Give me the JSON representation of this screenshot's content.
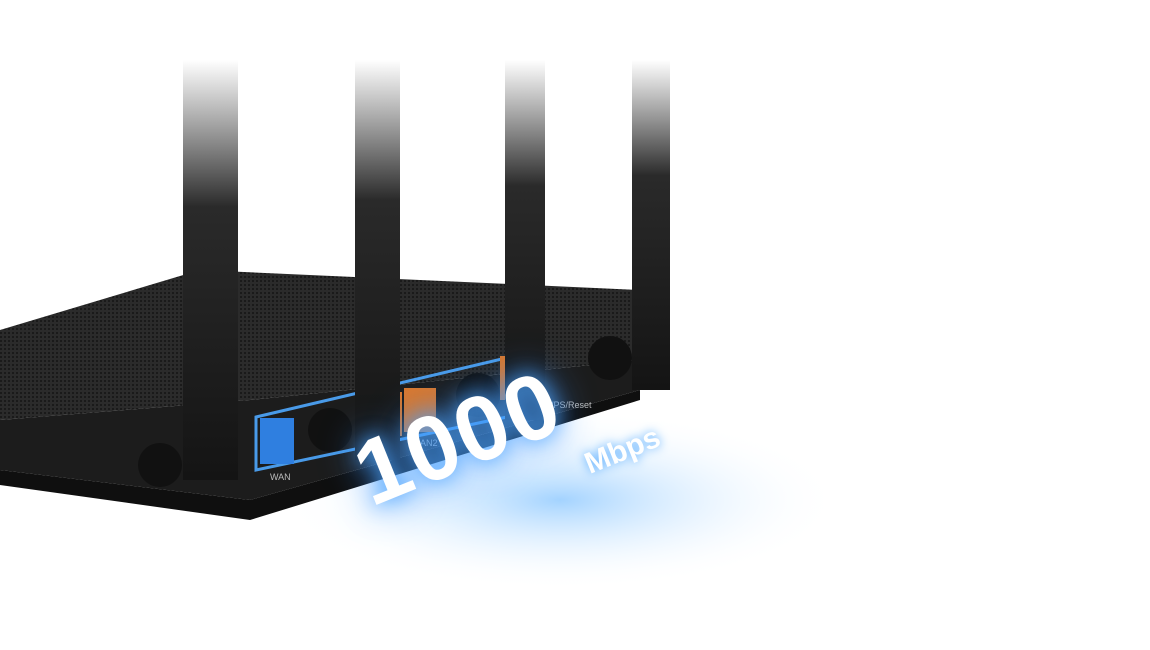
{
  "image": {
    "description": "Black wireless router rear view with four antennas, one blue WAN port and three orange LAN ports highlighted with blue glow",
    "speed_text": "1000",
    "speed_unit": "Mbps",
    "port_labels": {
      "wan": "WAN",
      "lan": "LAN2",
      "reset": "WPS/Reset"
    },
    "colors": {
      "background": "#ffffff",
      "router_body": "#1c1c1c",
      "wan_port": "#2f7fe0",
      "lan_port": "#d9782e",
      "glow": "#4fa8ff"
    }
  }
}
